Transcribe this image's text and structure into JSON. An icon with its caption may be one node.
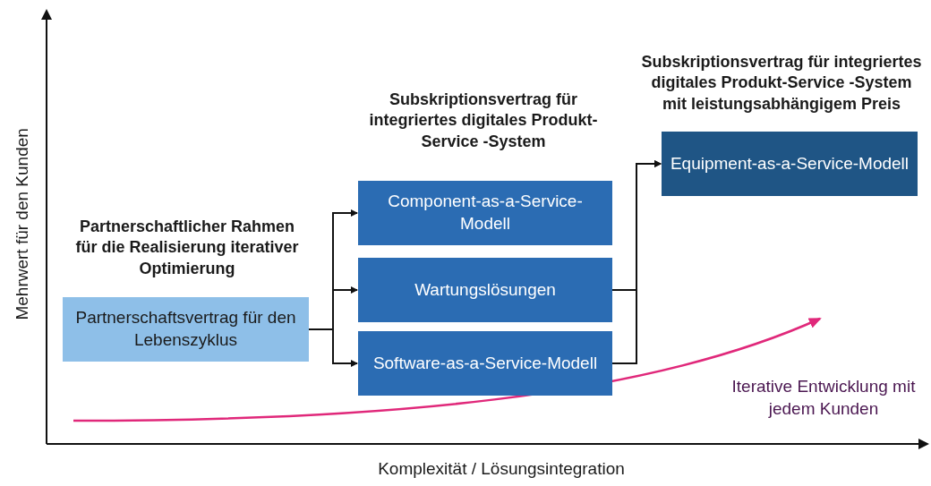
{
  "diagram": {
    "nodes": [
      {
        "text": [
          "Partnerschaftlicher Rahmen für die Realisierung iterativer Optimierung",
          "Partnerschaftsvertrag für den Lebenszyklus"
        ]
      },
      {
        "text": [
          "Component-as-a-Service-Modell"
        ]
      },
      {
        "text": [
          "Wartungslösungen"
        ]
      },
      {
        "text": [
          "Software-as-a-Service-Modell"
        ]
      },
      {
        "text": [
          "Subskriptionsvertrag für integriertes digitales Produkt-Service -System mit leistungsabhängigem Preis",
          "Equipment-as-a-Service-Modell"
        ]
      }
    ],
    "edges": [
      {
        "from": 0,
        "to": 1,
        "arrow": "to"
      },
      {
        "from": 0,
        "to": 2,
        "arrow": "to"
      },
      {
        "from": 0,
        "to": 3,
        "arrow": "to"
      },
      {
        "from": 2,
        "to": 4,
        "arrow": "to"
      },
      {
        "from": 3,
        "to": 4,
        "arrow": "to"
      }
    ],
    "labels": [
      "Subskriptionsvertrag für integriertes digitales Produkt-Service -System",
      "Mehrwert für den Kunden",
      "Iterative Entwicklung mit jedem Kunden",
      "Komplexität / Lösungsintegration"
    ]
  }
}
